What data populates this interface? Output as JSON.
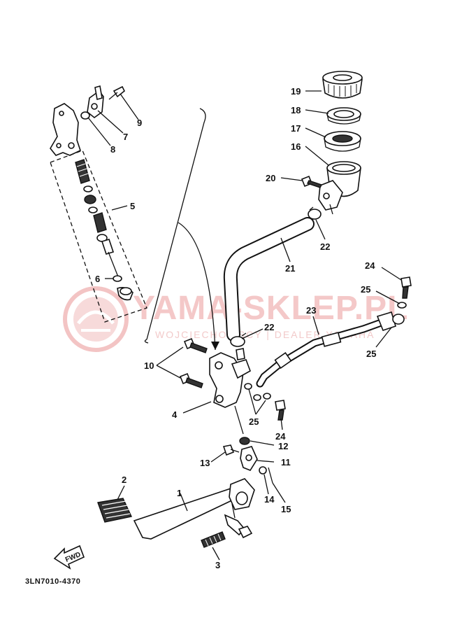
{
  "watermark": {
    "brand": "YAMA-SKLEP.PL",
    "subtitle": "WOJCIECHOWSCY | DEALER YAMAHA"
  },
  "diagram_code": "3LN7010-4370",
  "fwd_label": "FWD",
  "callouts": [
    {
      "id": "c1",
      "text": "1"
    },
    {
      "id": "c2",
      "text": "2"
    },
    {
      "id": "c3",
      "text": "3"
    },
    {
      "id": "c4",
      "text": "4"
    },
    {
      "id": "c5",
      "text": "5"
    },
    {
      "id": "c6",
      "text": "6"
    },
    {
      "id": "c7",
      "text": "7"
    },
    {
      "id": "c8",
      "text": "8"
    },
    {
      "id": "c9",
      "text": "9"
    },
    {
      "id": "c10",
      "text": "10"
    },
    {
      "id": "c11",
      "text": "11"
    },
    {
      "id": "c12",
      "text": "12"
    },
    {
      "id": "c13",
      "text": "13"
    },
    {
      "id": "c14",
      "text": "14"
    },
    {
      "id": "c15",
      "text": "15"
    },
    {
      "id": "c16",
      "text": "16"
    },
    {
      "id": "c17",
      "text": "17"
    },
    {
      "id": "c18",
      "text": "18"
    },
    {
      "id": "c19",
      "text": "19"
    },
    {
      "id": "c20",
      "text": "20"
    },
    {
      "id": "c21",
      "text": "21"
    },
    {
      "id": "c22a",
      "text": "22"
    },
    {
      "id": "c22b",
      "text": "22"
    },
    {
      "id": "c23",
      "text": "23"
    },
    {
      "id": "c24a",
      "text": "24"
    },
    {
      "id": "c24b",
      "text": "24"
    },
    {
      "id": "c25a",
      "text": "25"
    },
    {
      "id": "c25b",
      "text": "25"
    },
    {
      "id": "c25c",
      "text": "25"
    }
  ]
}
